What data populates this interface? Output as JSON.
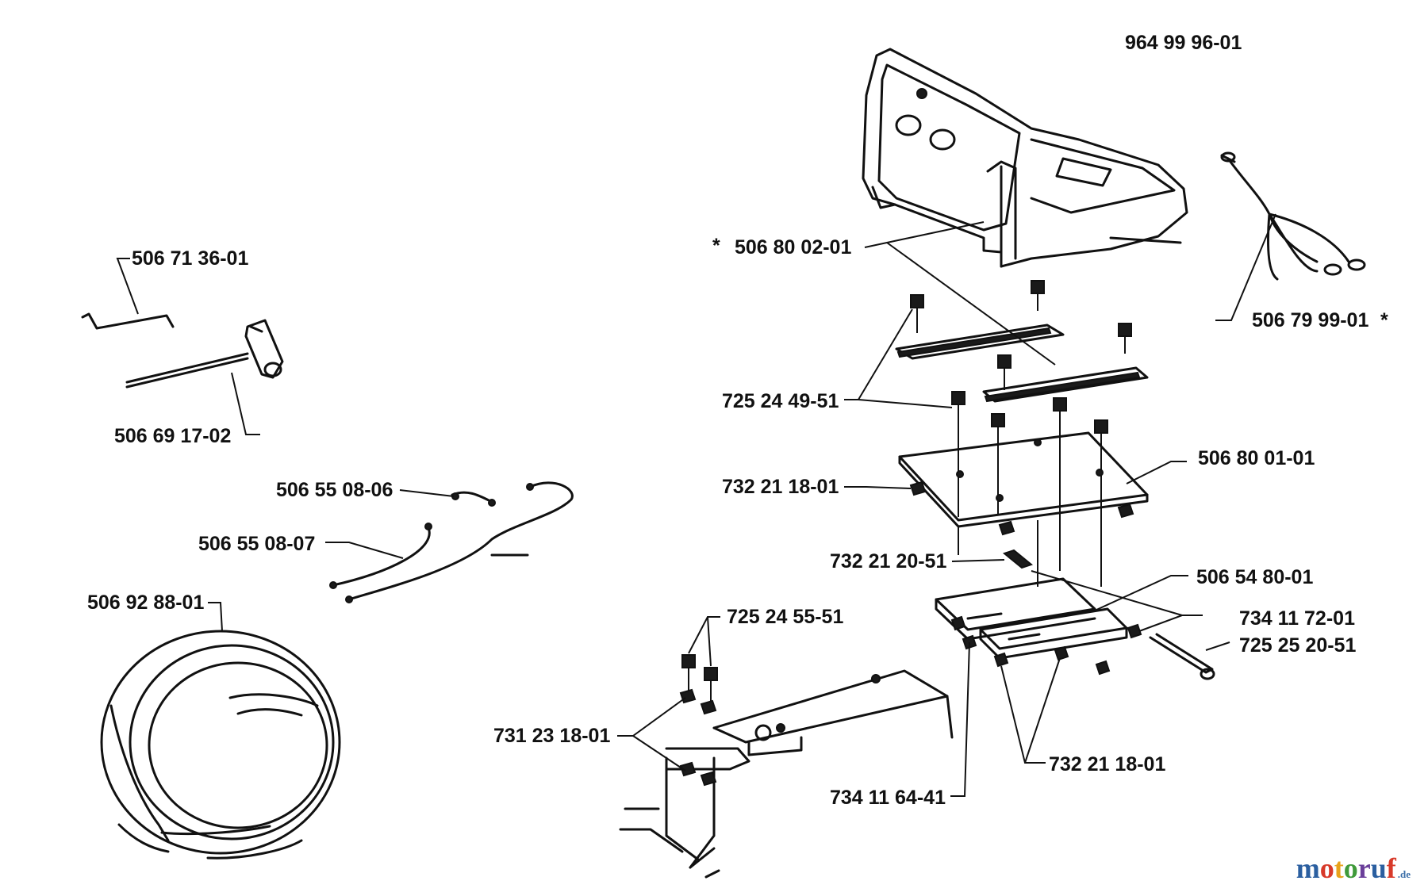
{
  "labels": {
    "seat_assembly": "964 99 96-01",
    "seat_bracket": "506 80 02-01",
    "cable_right": "506 79 99-01",
    "screws_top": "725 24 49-51",
    "nut_plate": "732 21 18-01",
    "plate": "506 80 01-01",
    "nut_mid": "732 21 20-51",
    "slide_rail": "506 54 80-01",
    "spacer": "734 11 72-01",
    "bolt_long": "725 25 20-51",
    "screws_lower": "725 24 55-51",
    "nuts_lower_left": "731 23 18-01",
    "nuts_lower_right": "732 21 18-01",
    "bracket_lower": "734 11 64-41",
    "allen_key": "506 71 36-01",
    "spark_wrench": "506 69 17-02",
    "cable_short": "506 55 08-06",
    "cable_long": "506 55 08-07",
    "wire_harness": "506 92 88-01",
    "asterisk_mark": "*"
  },
  "watermark": {
    "brand_main": "motoruf",
    "brand_suffix": ".de",
    "colors": [
      "#2b5fa0",
      "#d83a2a",
      "#e8a21b",
      "#3f9a3a",
      "#6a3f9a",
      "#2b5fa0",
      "#d83a2a"
    ]
  }
}
